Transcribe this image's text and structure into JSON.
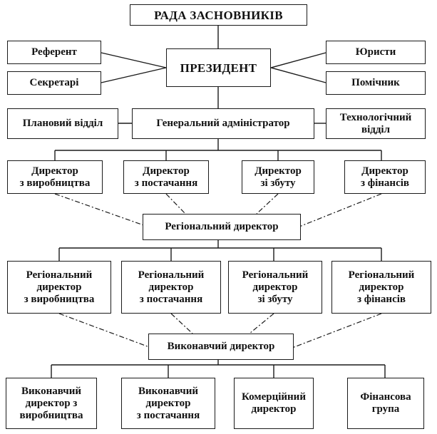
{
  "diagram": {
    "board": "РАДА ЗАСНОВНИКІВ",
    "president": "ПРЕЗИДЕНТ",
    "referent": "Референт",
    "secretaries": "Секретарі",
    "lawyers": "Юристи",
    "assistant": "Помічник",
    "planning_department": "Плановий відділ",
    "general_administrator": "Генеральний адміністратор",
    "technology_department": "Технологічний\nвідділ",
    "director_production": "Директор\nз виробництва",
    "director_supply": "Директор\nз постачання",
    "director_sales": "Директор\nзі збуту",
    "director_finance": "Директор\nз фінансів",
    "regional_director": "Регіональний директор",
    "regional_production": "Регіональний\nдиректор\nз виробництва",
    "regional_supply": "Регіональний\nдиректор\nз постачання",
    "regional_sales": "Регіональний\nдиректор\nзі збуту",
    "regional_finance": "Регіональний\nдиректор\nз фінансів",
    "executive_director": "Виконавчий директор",
    "exec_production": "Виконавчий\nдиректор з\nвиробництва",
    "exec_supply": "Виконавчий\nдиректор\nз постачання",
    "commercial_director": "Комерційний\nдиректор",
    "finance_group": "Фінансова\nгрупа"
  }
}
